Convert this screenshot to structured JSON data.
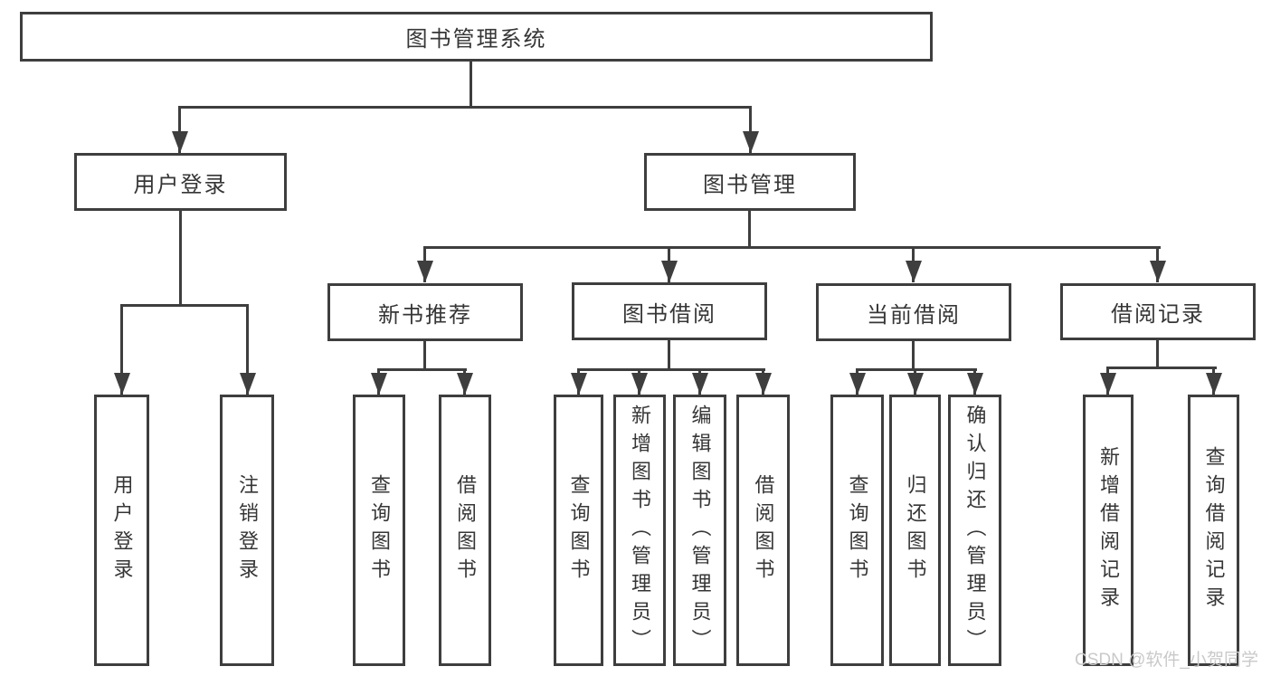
{
  "diagram": {
    "root": {
      "label": "图书管理系统",
      "children": [
        {
          "label": "用户登录",
          "children": [
            {
              "label": "用户登录"
            },
            {
              "label": "注销登录"
            }
          ]
        },
        {
          "label": "图书管理",
          "children": [
            {
              "label": "新书推荐",
              "children": [
                {
                  "label": "查询图书"
                },
                {
                  "label": "借阅图书"
                }
              ]
            },
            {
              "label": "图书借阅",
              "children": [
                {
                  "label": "查询图书"
                },
                {
                  "label": "新增图书（管理员）"
                },
                {
                  "label": "编辑图书（管理员）"
                },
                {
                  "label": "借阅图书"
                }
              ]
            },
            {
              "label": "当前借阅",
              "children": [
                {
                  "label": "查询图书"
                },
                {
                  "label": "归还图书"
                },
                {
                  "label": "确认归还（管理员）"
                }
              ]
            },
            {
              "label": "借阅记录",
              "children": [
                {
                  "label": "新增借阅记录"
                },
                {
                  "label": "查询借阅记录"
                }
              ]
            }
          ]
        }
      ]
    }
  },
  "watermark": {
    "text": "CSDN @软件_小贺同学"
  },
  "colors": {
    "line": "#3e3e3e",
    "text": "#363636",
    "bg": "#ffffff",
    "watermark": "#c9c9c9"
  }
}
